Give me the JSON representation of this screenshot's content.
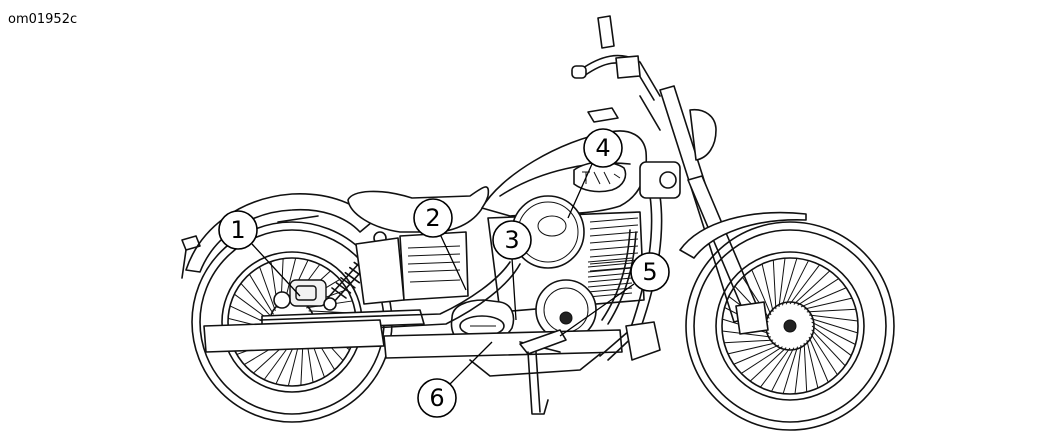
{
  "figure_id": "om01952c",
  "callouts": [
    {
      "label": "1"
    },
    {
      "label": "2"
    },
    {
      "label": "3"
    },
    {
      "label": "4"
    },
    {
      "label": "5"
    },
    {
      "label": "6"
    }
  ]
}
